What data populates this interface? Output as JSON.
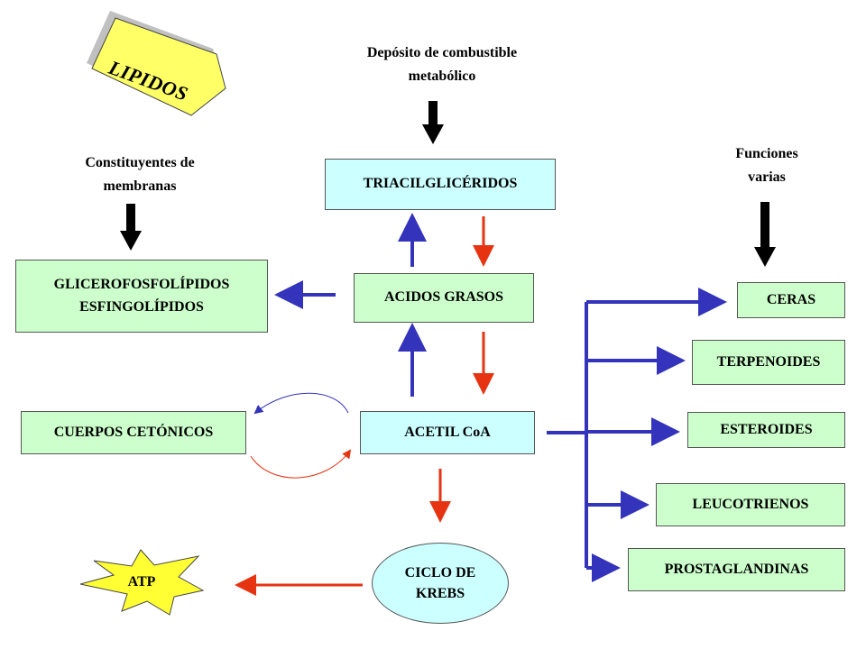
{
  "title": "LIPIDOS",
  "top_label": [
    "Depósito de combustible",
    "metabólico"
  ],
  "left_label": [
    "Constituyentes de",
    "membranas"
  ],
  "right_label": [
    "Funciones",
    "varias"
  ],
  "nodes": {
    "triacilgliceridos": "TRIACILGLICÉRIDOS",
    "glicerofosfolipidos": "GLICEROFOSFOLÍPIDOS",
    "esfingolipidos": "ESFINGOLÍPIDOS",
    "acidos_grasos": "ACIDOS GRASOS",
    "cuerpos_cetonicos": "CUERPOS CETÓNICOS",
    "acetil_coa": "ACETIL CoA",
    "ciclo_krebs": [
      "CICLO DE",
      "KREBS"
    ],
    "atp": "ATP",
    "ceras": "CERAS",
    "terpenoides": "TERPENOIDES",
    "esteroides": "ESTEROIDES",
    "leucotrienos": "LEUCOTRIENOS",
    "prostaglandinas": "PROSTAGLANDINAS"
  },
  "colors": {
    "green_box": "#ccffcc",
    "cyan_box": "#ccffff",
    "label_yellow": "#ffff66",
    "blue_arrow": "#3333bb",
    "red_arrow": "#e63312",
    "black_arrow": "#000000"
  }
}
